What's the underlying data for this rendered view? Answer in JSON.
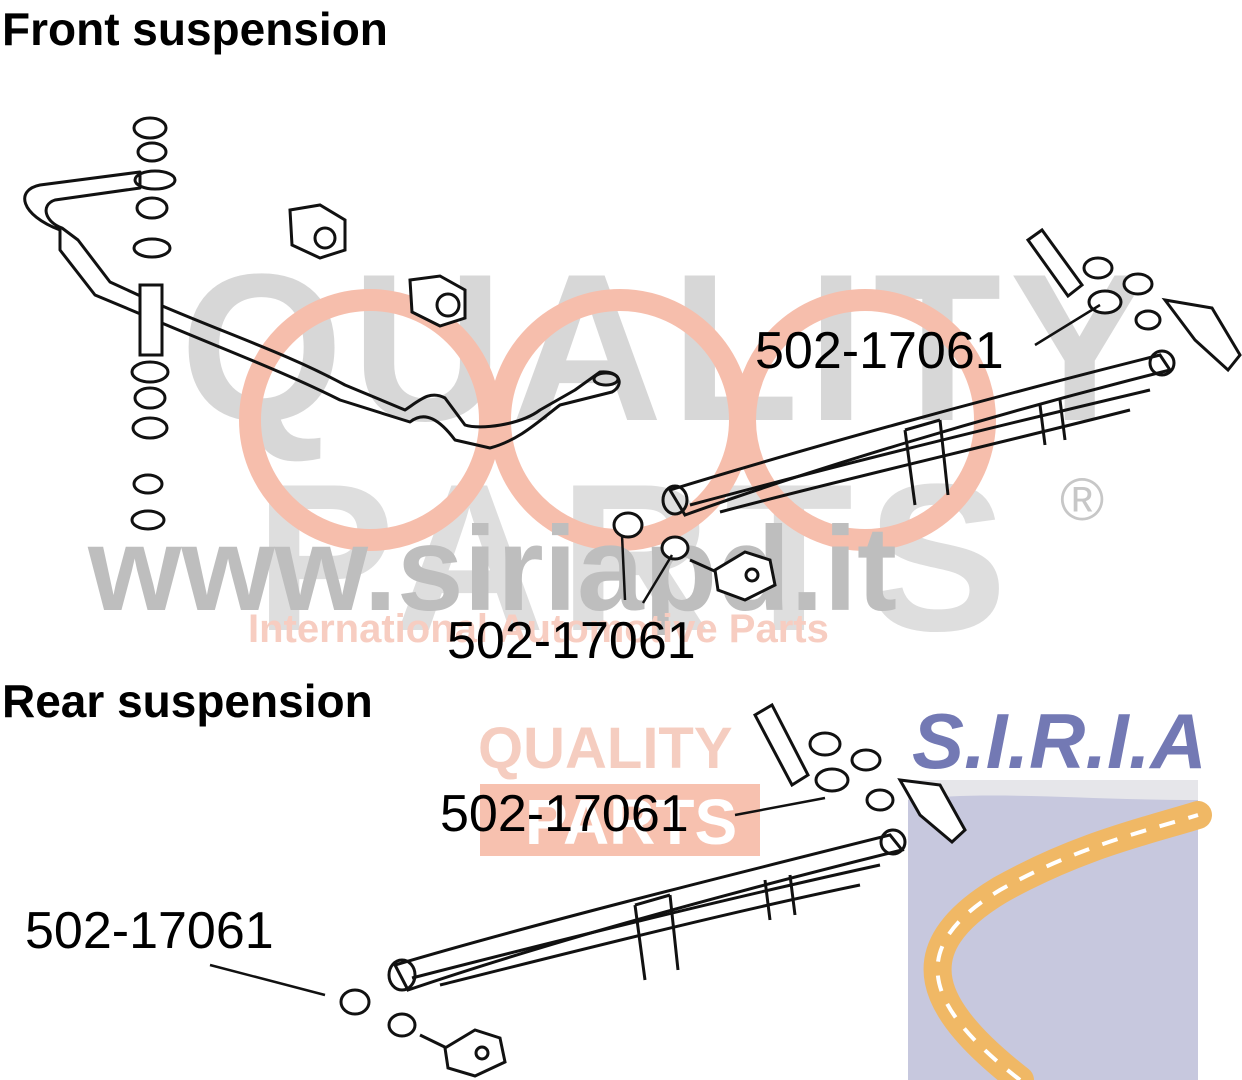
{
  "sections": {
    "front": {
      "title": "Front suspension"
    },
    "rear": {
      "title": "Rear suspension"
    }
  },
  "callouts": {
    "front_right": "502-17061",
    "front_bottom": "502-17061",
    "rear_top": "502-17061",
    "rear_left": "502-17061"
  },
  "watermark": {
    "quality_text": "QUALITY",
    "parts_text": "PARTS",
    "website": "www.siriapd.it",
    "tagline": "International Automotive Parts",
    "registered_mark": "®",
    "brand_logo": "S.I.R.I.A",
    "colors": {
      "quality_outline": "#e8a08a",
      "watermark_gray": "#9a9a9a",
      "siria_blue": "#5b62a8",
      "siria_orange": "#e8a63a",
      "road_gray": "#d9d9dc"
    }
  }
}
